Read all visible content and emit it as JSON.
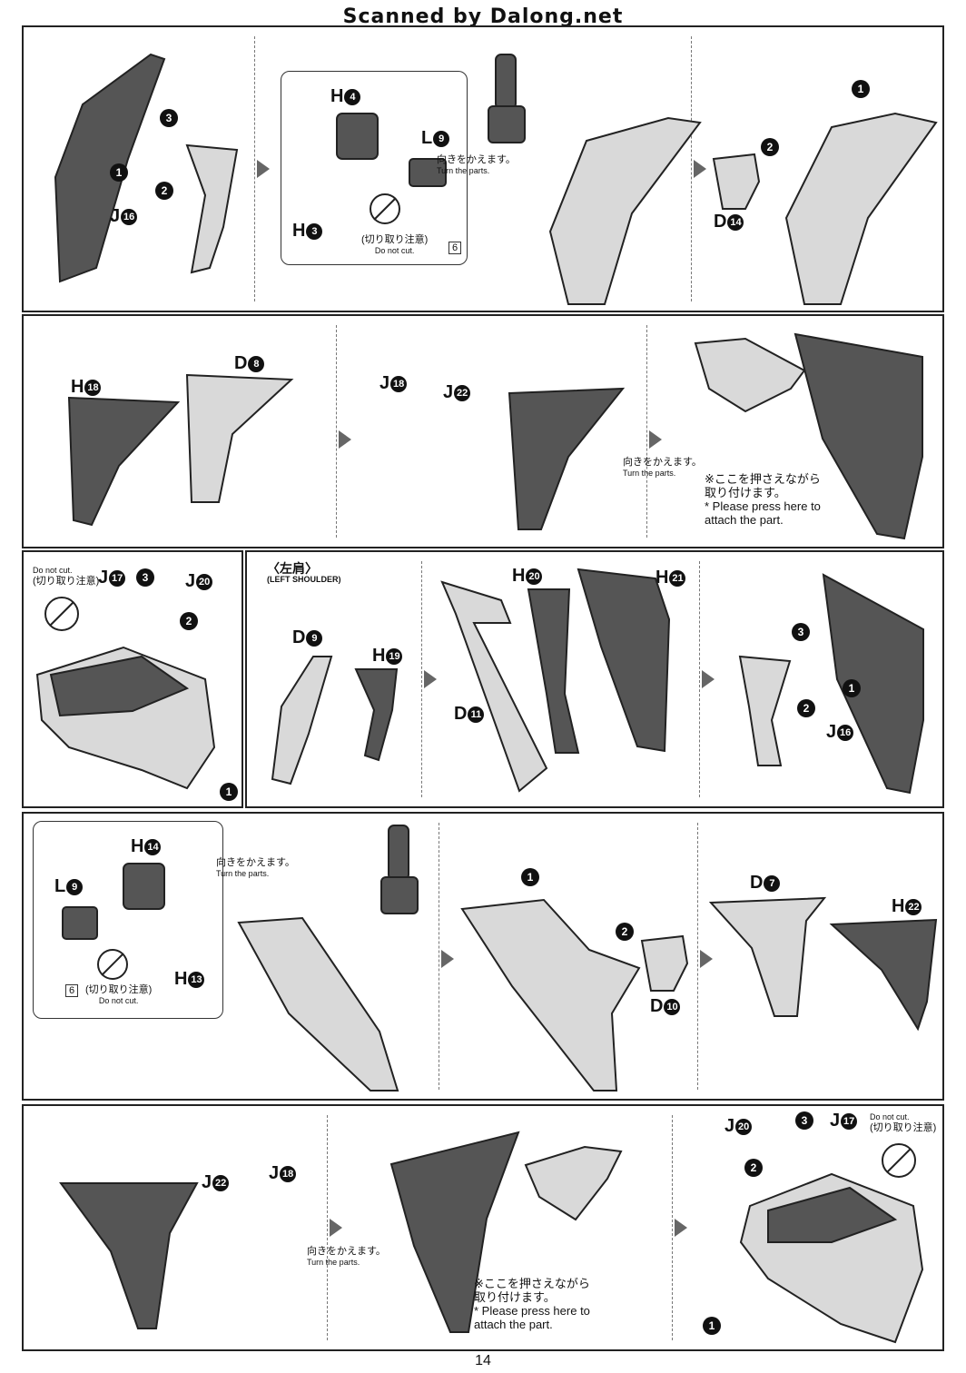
{
  "header": "Scanned by Dalong.net",
  "page_number": "14",
  "notes": {
    "turn_ja": "向きをかえます。",
    "turn_en": "Turn the parts.",
    "nocut_ja": "(切り取り注意)",
    "nocut_en": "Do not cut.",
    "press_ja_1": "※ここを押さえながら",
    "press_ja_2": "取り付けます。",
    "press_en_1": "* Please press here to",
    "press_en_2": "attach the part.",
    "left_shoulder_ja": "〈左肩〉",
    "left_shoulder_en": "(LEFT SHOULDER)",
    "badge_num": "6"
  },
  "labels": {
    "h4": "H",
    "h4n": "4",
    "h3": "H",
    "h3n": "3",
    "l9": "L",
    "l9n": "9",
    "j16": "J",
    "j16n": "16",
    "d14": "D",
    "d14n": "14",
    "h18": "H",
    "h18n": "18",
    "d8": "D",
    "d8n": "8",
    "j18": "J",
    "j18n": "18",
    "j22": "J",
    "j22n": "22",
    "j17": "J",
    "j17n": "17",
    "j20": "J",
    "j20n": "20",
    "d9": "D",
    "d9n": "9",
    "h19": "H",
    "h19n": "19",
    "h20": "H",
    "h20n": "20",
    "h21": "H",
    "h21n": "21",
    "d11": "D",
    "d11n": "11",
    "j16b": "J",
    "j16bn": "16",
    "h14": "H",
    "h14n": "14",
    "l9b": "L",
    "l9bn": "9",
    "h13": "H",
    "h13n": "13",
    "d10": "D",
    "d10n": "10",
    "d7": "D",
    "d7n": "7",
    "h22": "H",
    "h22n": "22",
    "j22b": "J",
    "j22bn": "22",
    "j18b": "J",
    "j18bn": "18",
    "j20b": "J",
    "j20bn": "20",
    "j17b": "J",
    "j17bn": "17"
  },
  "steps": {
    "s1": "1",
    "s2": "2",
    "s3": "3"
  },
  "colors": {
    "part_dark": "#555555",
    "part_light": "#d9d9d9",
    "line": "#222222"
  }
}
